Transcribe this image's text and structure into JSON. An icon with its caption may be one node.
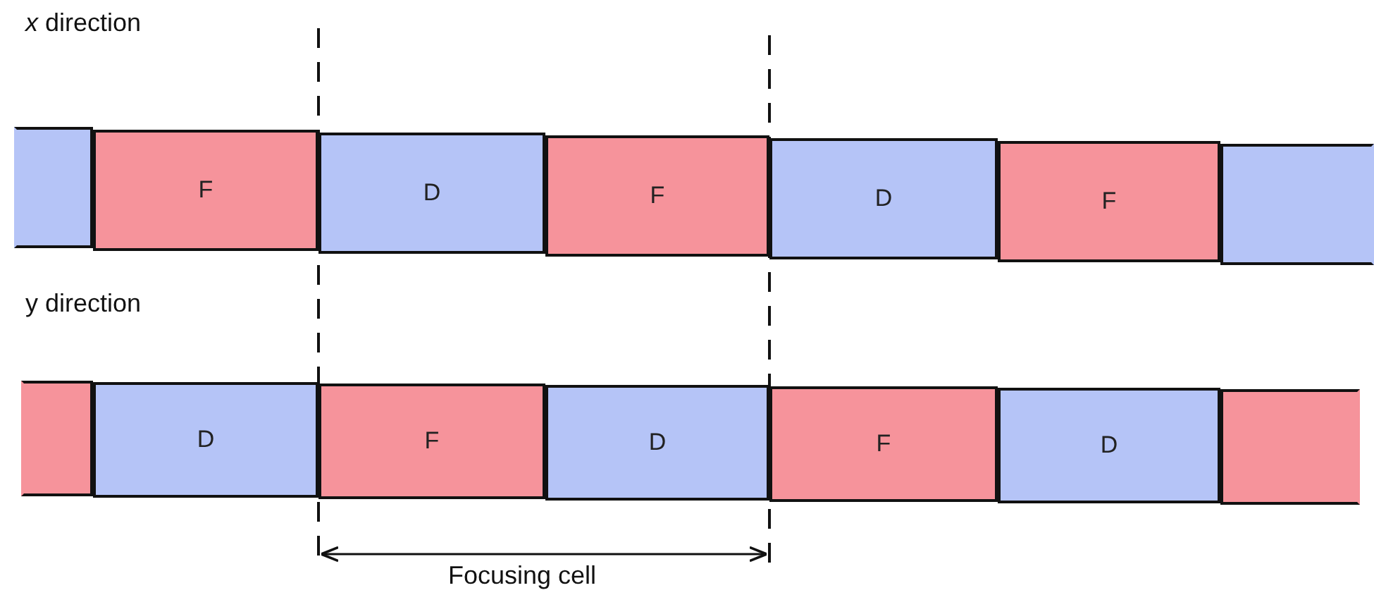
{
  "diagram": {
    "nodes": [
      {
        "text": [],
        "shape": "box"
      },
      {
        "text": [
          "F"
        ]
      },
      {
        "text": [
          "D"
        ]
      },
      {
        "text": [
          "F"
        ]
      },
      {
        "text": [
          "D"
        ]
      },
      {
        "text": [
          "F"
        ]
      },
      {
        "text": [],
        "shape": "box"
      },
      {
        "text": [],
        "shape": "box"
      },
      {
        "text": [
          "D"
        ]
      },
      {
        "text": [
          "F"
        ]
      },
      {
        "text": [
          "D"
        ]
      },
      {
        "text": [
          "F"
        ]
      },
      {
        "text": [
          "D"
        ]
      },
      {
        "text": [],
        "shape": "box"
      }
    ],
    "labels": [
      "*x* direction",
      "y direction",
      "Focusing cell"
    ]
  }
}
